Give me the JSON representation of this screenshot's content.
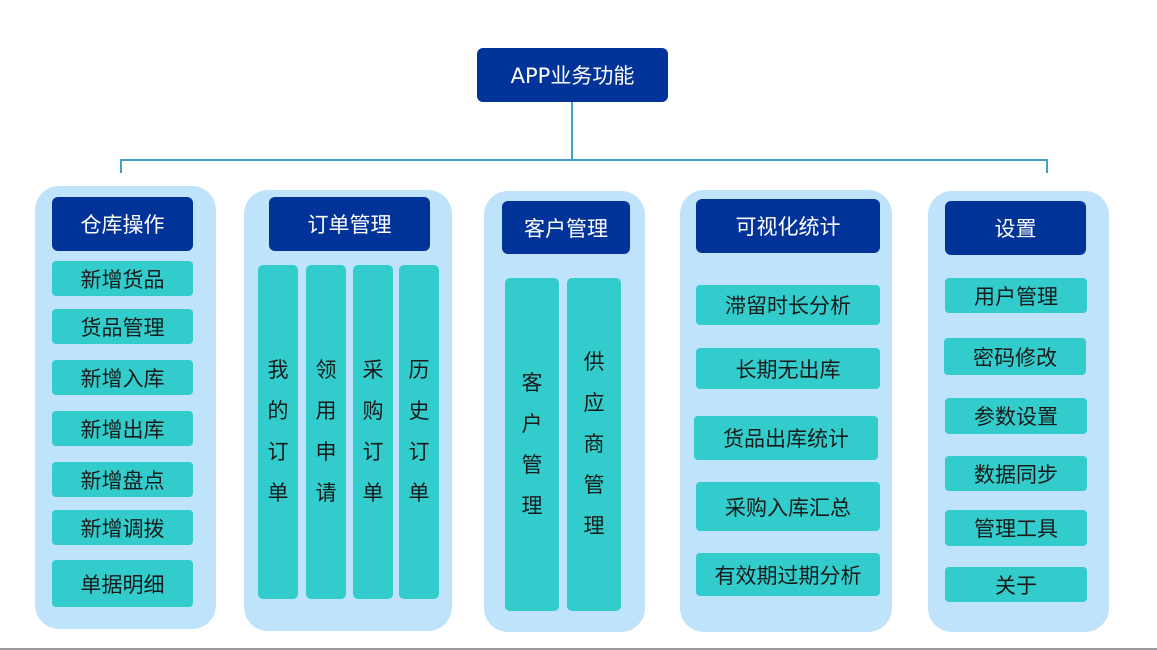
{
  "root": "APP业务功能",
  "panels": [
    {
      "title": "仓库操作",
      "items": [
        "新增货品",
        "货品管理",
        "新增入库",
        "新增出库",
        "新增盘点",
        "新增调拨",
        "单据明细"
      ]
    },
    {
      "title": "订单管理",
      "items": [
        "我的订单",
        "领用申请",
        "采购订单",
        "历史订单"
      ]
    },
    {
      "title": "客户管理",
      "items": [
        "客户管理",
        "供应商管理"
      ]
    },
    {
      "title": "可视化统计",
      "items": [
        "滞留时长分析",
        "长期无出库",
        "货品出库统计",
        "采购入库汇总",
        "有效期过期分析"
      ]
    },
    {
      "title": "设置",
      "items": [
        "用户管理",
        "密码修改",
        "参数设置",
        "数据同步",
        "管理工具",
        "关于"
      ]
    }
  ],
  "colors": {
    "header": "#023399",
    "panel": "#bfe3fb",
    "item": "#33cccc",
    "connector": "#3fa0d0"
  }
}
